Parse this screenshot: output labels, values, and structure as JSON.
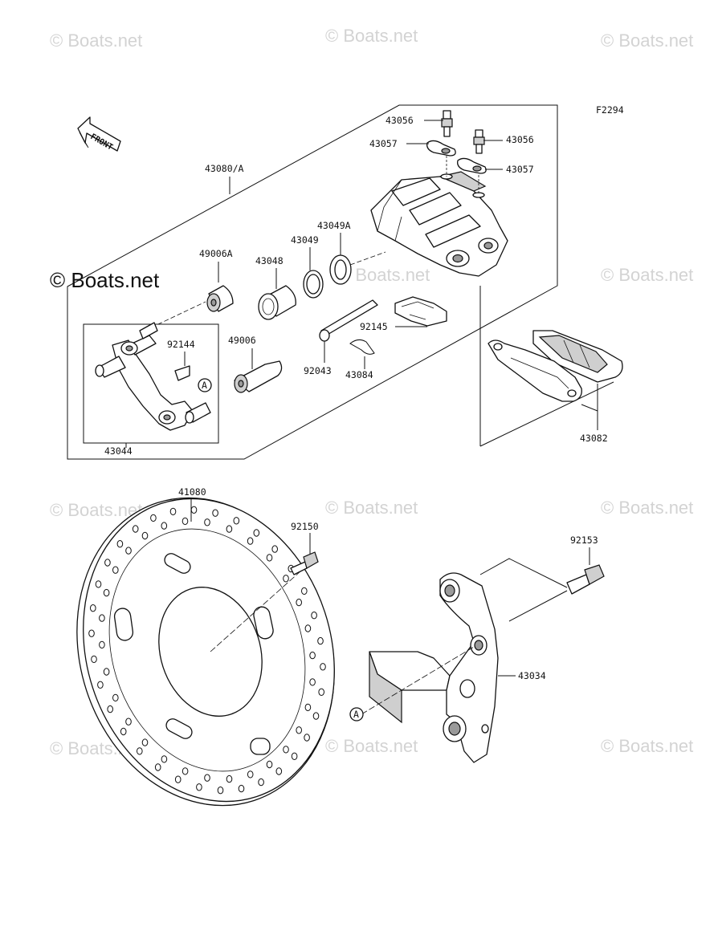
{
  "diagram_code": "F2294",
  "direction_label": "FRONT",
  "circle_marker": "A",
  "watermark": "© Boats.net",
  "callouts": {
    "p43080A": "43080/A",
    "p43056a": "43056",
    "p43056b": "43056",
    "p43057a": "43057",
    "p43057b": "43057",
    "p43049A": "43049A",
    "p43049": "43049",
    "p43048": "43048",
    "p49006A": "49006A",
    "p92144": "92144",
    "p49006": "49006",
    "p92145": "92145",
    "p92043": "92043",
    "p43084": "43084",
    "p43044": "43044",
    "p43082": "43082",
    "p41080": "41080",
    "p92150": "92150",
    "p92153": "92153",
    "p43034": "43034"
  }
}
